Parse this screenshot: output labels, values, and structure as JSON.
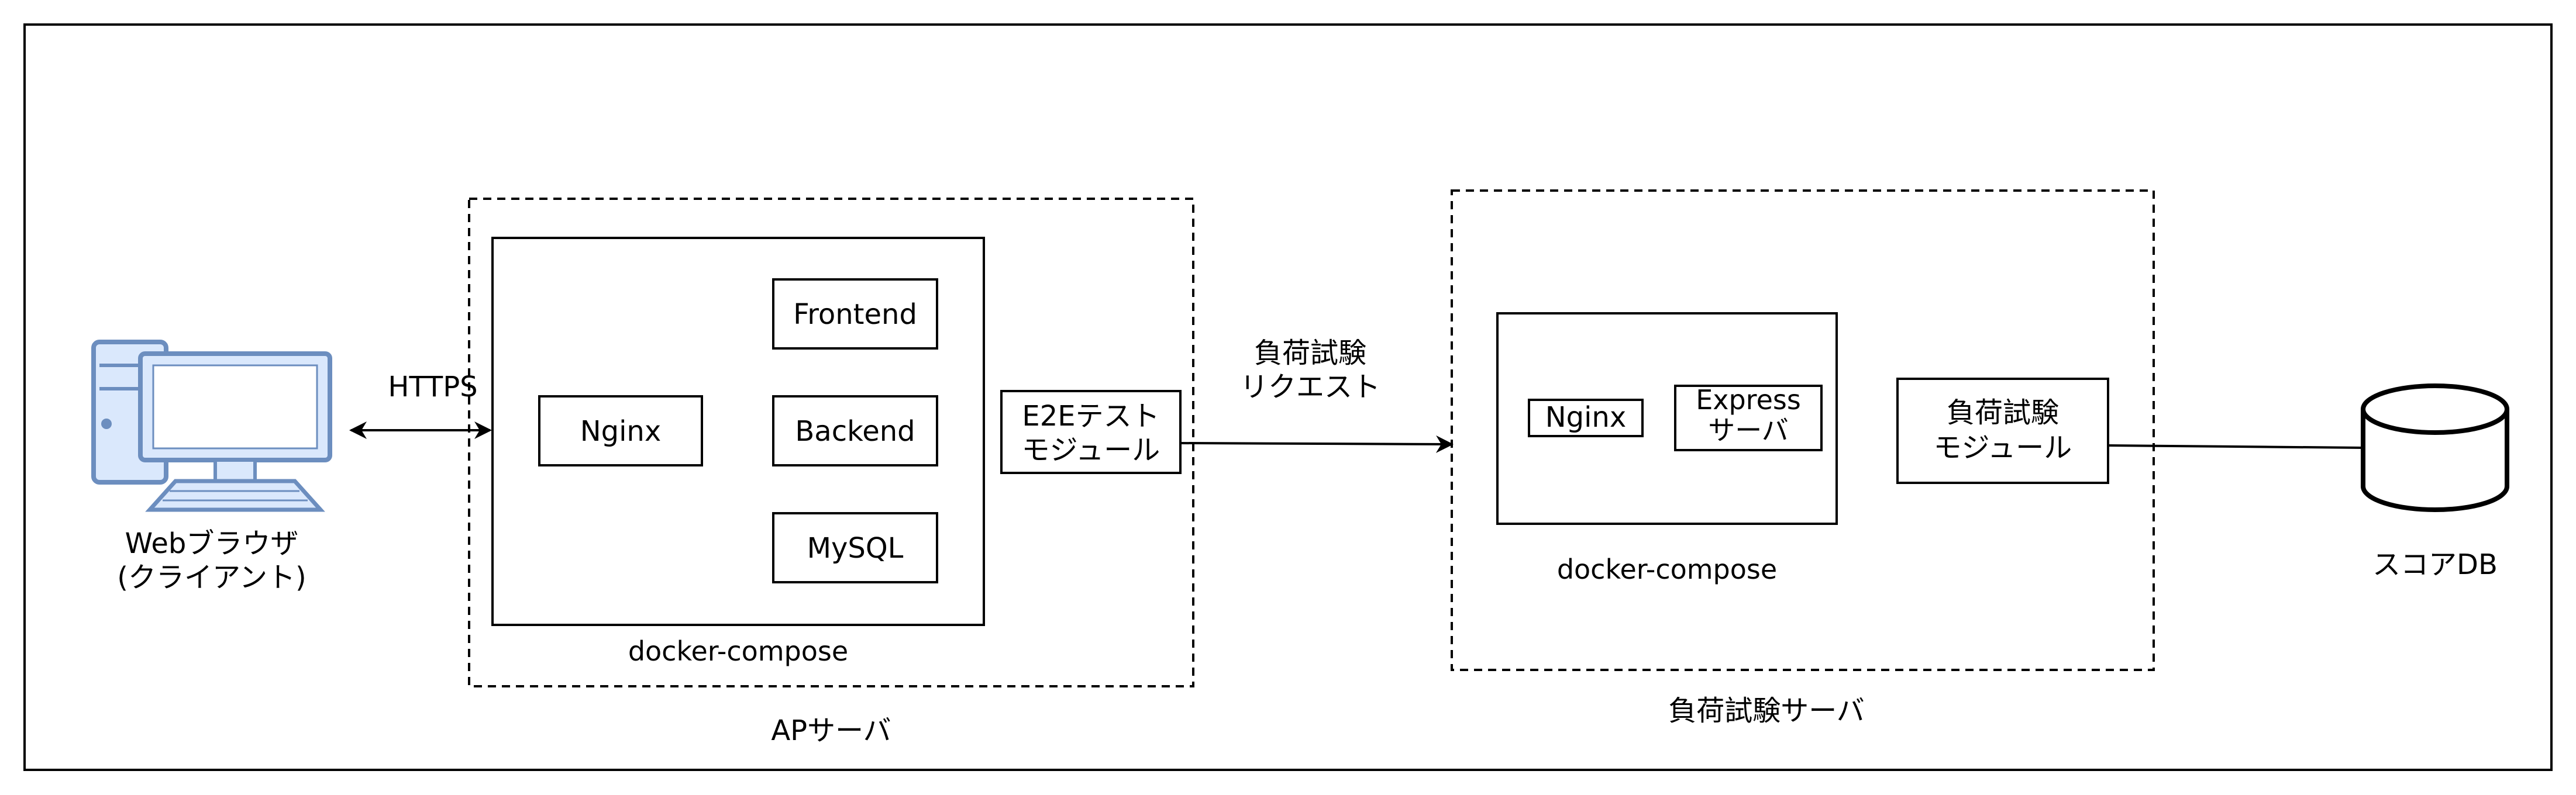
{
  "client": {
    "label_line1": "Webブラウザ",
    "label_line2": "(クライアント)",
    "icon": "desktop-computer-icon"
  },
  "connections": {
    "https_label": "HTTPS",
    "request_label_line1": "負荷試験",
    "request_label_line2": "リクエスト"
  },
  "ap_server": {
    "label": "APサーバ",
    "compose_label": "docker-compose",
    "nginx": "Nginx",
    "frontend": "Frontend",
    "backend": "Backend",
    "mysql": "MySQL",
    "e2e_line1": "E2Eテスト",
    "e2e_line2": "モジュール"
  },
  "load_server": {
    "label": "負荷試験サーバ",
    "compose_label": "docker-compose",
    "nginx": "Nginx",
    "express_line1": "Express",
    "express_line2": "サーバ",
    "module_line1": "負荷試験",
    "module_line2": "モジュール"
  },
  "score_db": {
    "label": "スコアDB",
    "icon": "database-cylinder-icon"
  },
  "colors": {
    "line": "#000000",
    "pc_fill": "#dae8fc",
    "pc_stroke": "#6c8ebf"
  }
}
